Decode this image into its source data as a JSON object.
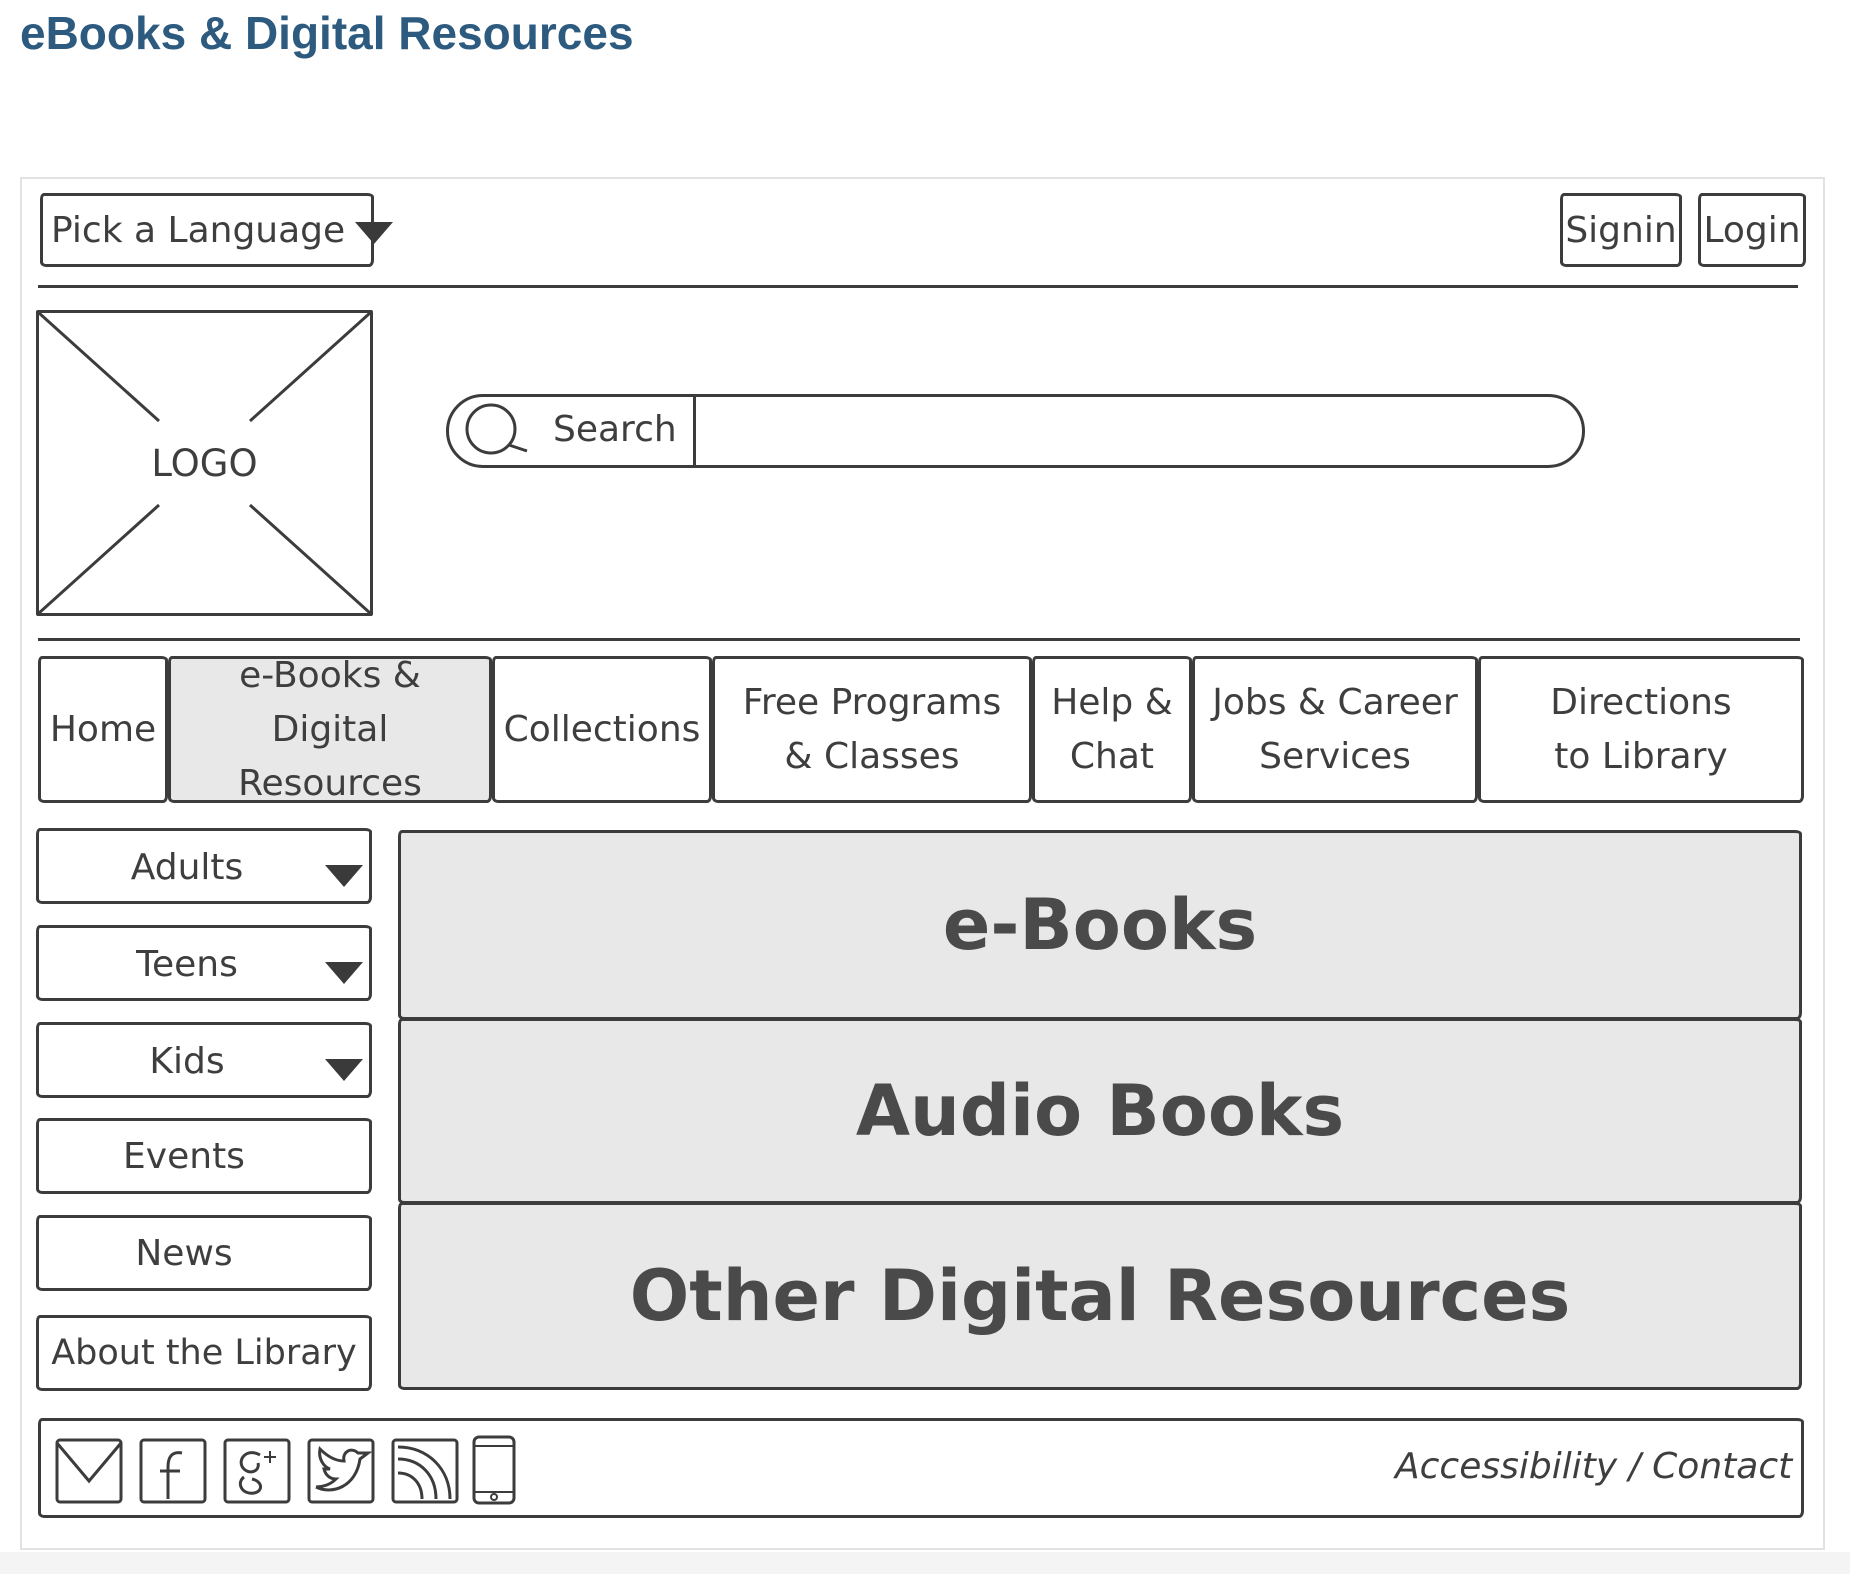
{
  "page": {
    "heading": "eBooks & Digital Resources"
  },
  "header": {
    "language_label": "Pick a Language",
    "signin_label": "Signin",
    "login_label": "Login"
  },
  "branding": {
    "logo_label": "LOGO"
  },
  "search": {
    "label": "Search"
  },
  "nav": {
    "items": [
      {
        "label": "Home"
      },
      {
        "label": "e-Books & Digital Resources"
      },
      {
        "label": "Collections"
      },
      {
        "label": "Free Programs & Classes"
      },
      {
        "label": "Help & Chat"
      },
      {
        "label": "Jobs & Career Services"
      },
      {
        "label": "Directions to Library"
      }
    ],
    "active_index": 1
  },
  "sidebar": {
    "items": [
      {
        "label": "Adults",
        "has_dropdown": true
      },
      {
        "label": "Teens",
        "has_dropdown": true
      },
      {
        "label": "Kids",
        "has_dropdown": true
      },
      {
        "label": "Events",
        "has_dropdown": false
      },
      {
        "label": "News",
        "has_dropdown": false
      },
      {
        "label": "About the Library",
        "has_dropdown": false
      }
    ]
  },
  "content": {
    "panels": [
      {
        "label": "e-Books"
      },
      {
        "label": "Audio Books"
      },
      {
        "label": "Other Digital Resources"
      }
    ]
  },
  "footer": {
    "icons": [
      "mail-icon",
      "facebook-icon",
      "google-plus-icon",
      "twitter-icon",
      "rss-icon",
      "mobile-icon"
    ],
    "links_label": "Accessibility / Contact"
  },
  "colors": {
    "heading": "#2d5a7f",
    "sketch_line": "#3c3c3c",
    "panel_fill": "#e8e8e8"
  }
}
